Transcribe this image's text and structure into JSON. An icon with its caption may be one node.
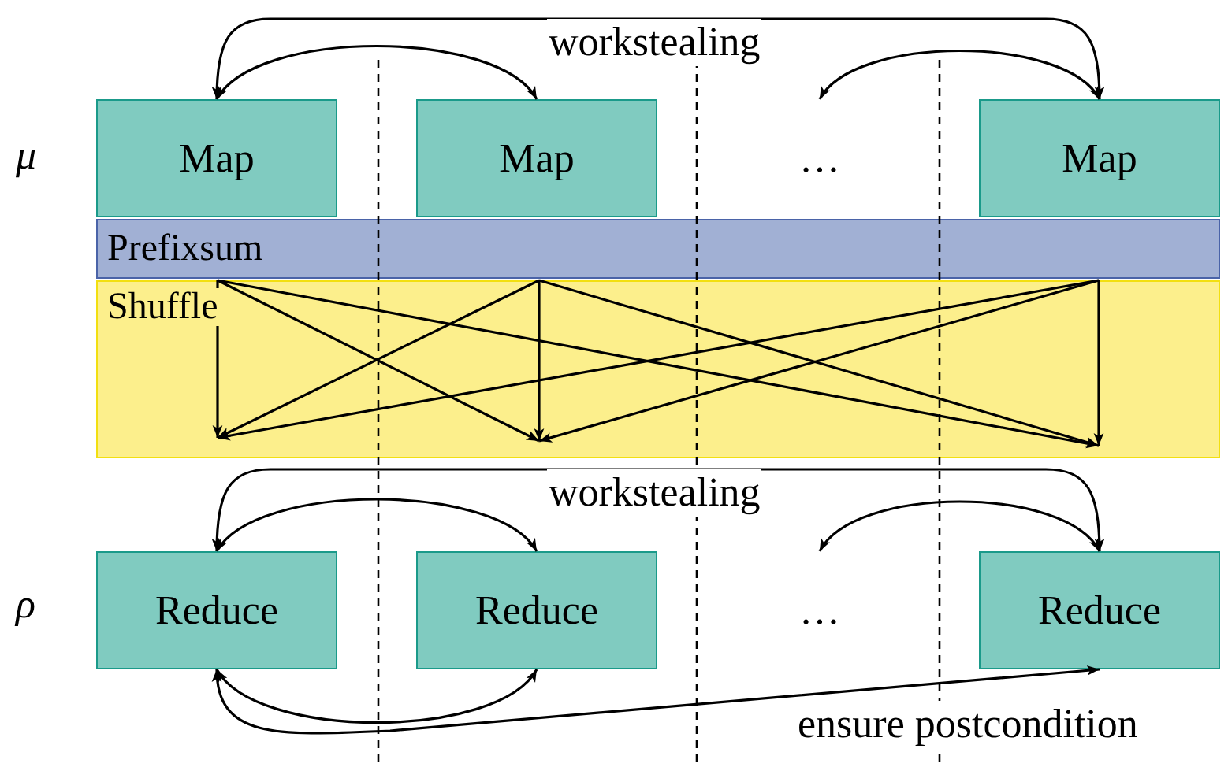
{
  "diagram": {
    "nodes": [
      {
        "text": [
          "Map"
        ]
      },
      {
        "text": [
          "Map"
        ]
      },
      {
        "text": [
          "…"
        ]
      },
      {
        "text": [
          "Map"
        ]
      },
      {
        "text": [
          "Prefixsum"
        ]
      },
      {
        "text": [
          "Shuffle"
        ]
      },
      {
        "text": [
          "Reduce"
        ]
      },
      {
        "text": [
          "Reduce"
        ]
      },
      {
        "text": [
          "…"
        ]
      },
      {
        "text": [
          "Reduce"
        ]
      }
    ],
    "edges": [
      {
        "from": 0,
        "to": 1,
        "arrow": "both"
      },
      {
        "from": 0,
        "to": 3,
        "arrow": "both"
      },
      {
        "from": 2,
        "to": 3,
        "arrow": "both"
      },
      {
        "from": 4,
        "to": 5,
        "arrow": "to"
      },
      {
        "from": 4,
        "to": 5,
        "arrow": "to"
      },
      {
        "from": 4,
        "to": 5,
        "arrow": "to"
      },
      {
        "from": 4,
        "to": 5,
        "arrow": "to"
      },
      {
        "from": 4,
        "to": 5,
        "arrow": "to"
      },
      {
        "from": 4,
        "to": 5,
        "arrow": "to"
      },
      {
        "from": 4,
        "to": 5,
        "arrow": "to"
      },
      {
        "from": 4,
        "to": 5,
        "arrow": "to"
      },
      {
        "from": 4,
        "to": 5,
        "arrow": "to"
      },
      {
        "from": 6,
        "to": 7,
        "arrow": "both"
      },
      {
        "from": 6,
        "to": 9,
        "arrow": "both"
      },
      {
        "from": 8,
        "to": 9,
        "arrow": "both"
      },
      {
        "from": 6,
        "to": 7,
        "arrow": "both"
      },
      {
        "from": 6,
        "to": 9,
        "arrow": "both"
      }
    ],
    "labels": [
      "workstealing",
      "μ",
      "workstealing",
      "ρ",
      "ensure postcondition"
    ]
  }
}
